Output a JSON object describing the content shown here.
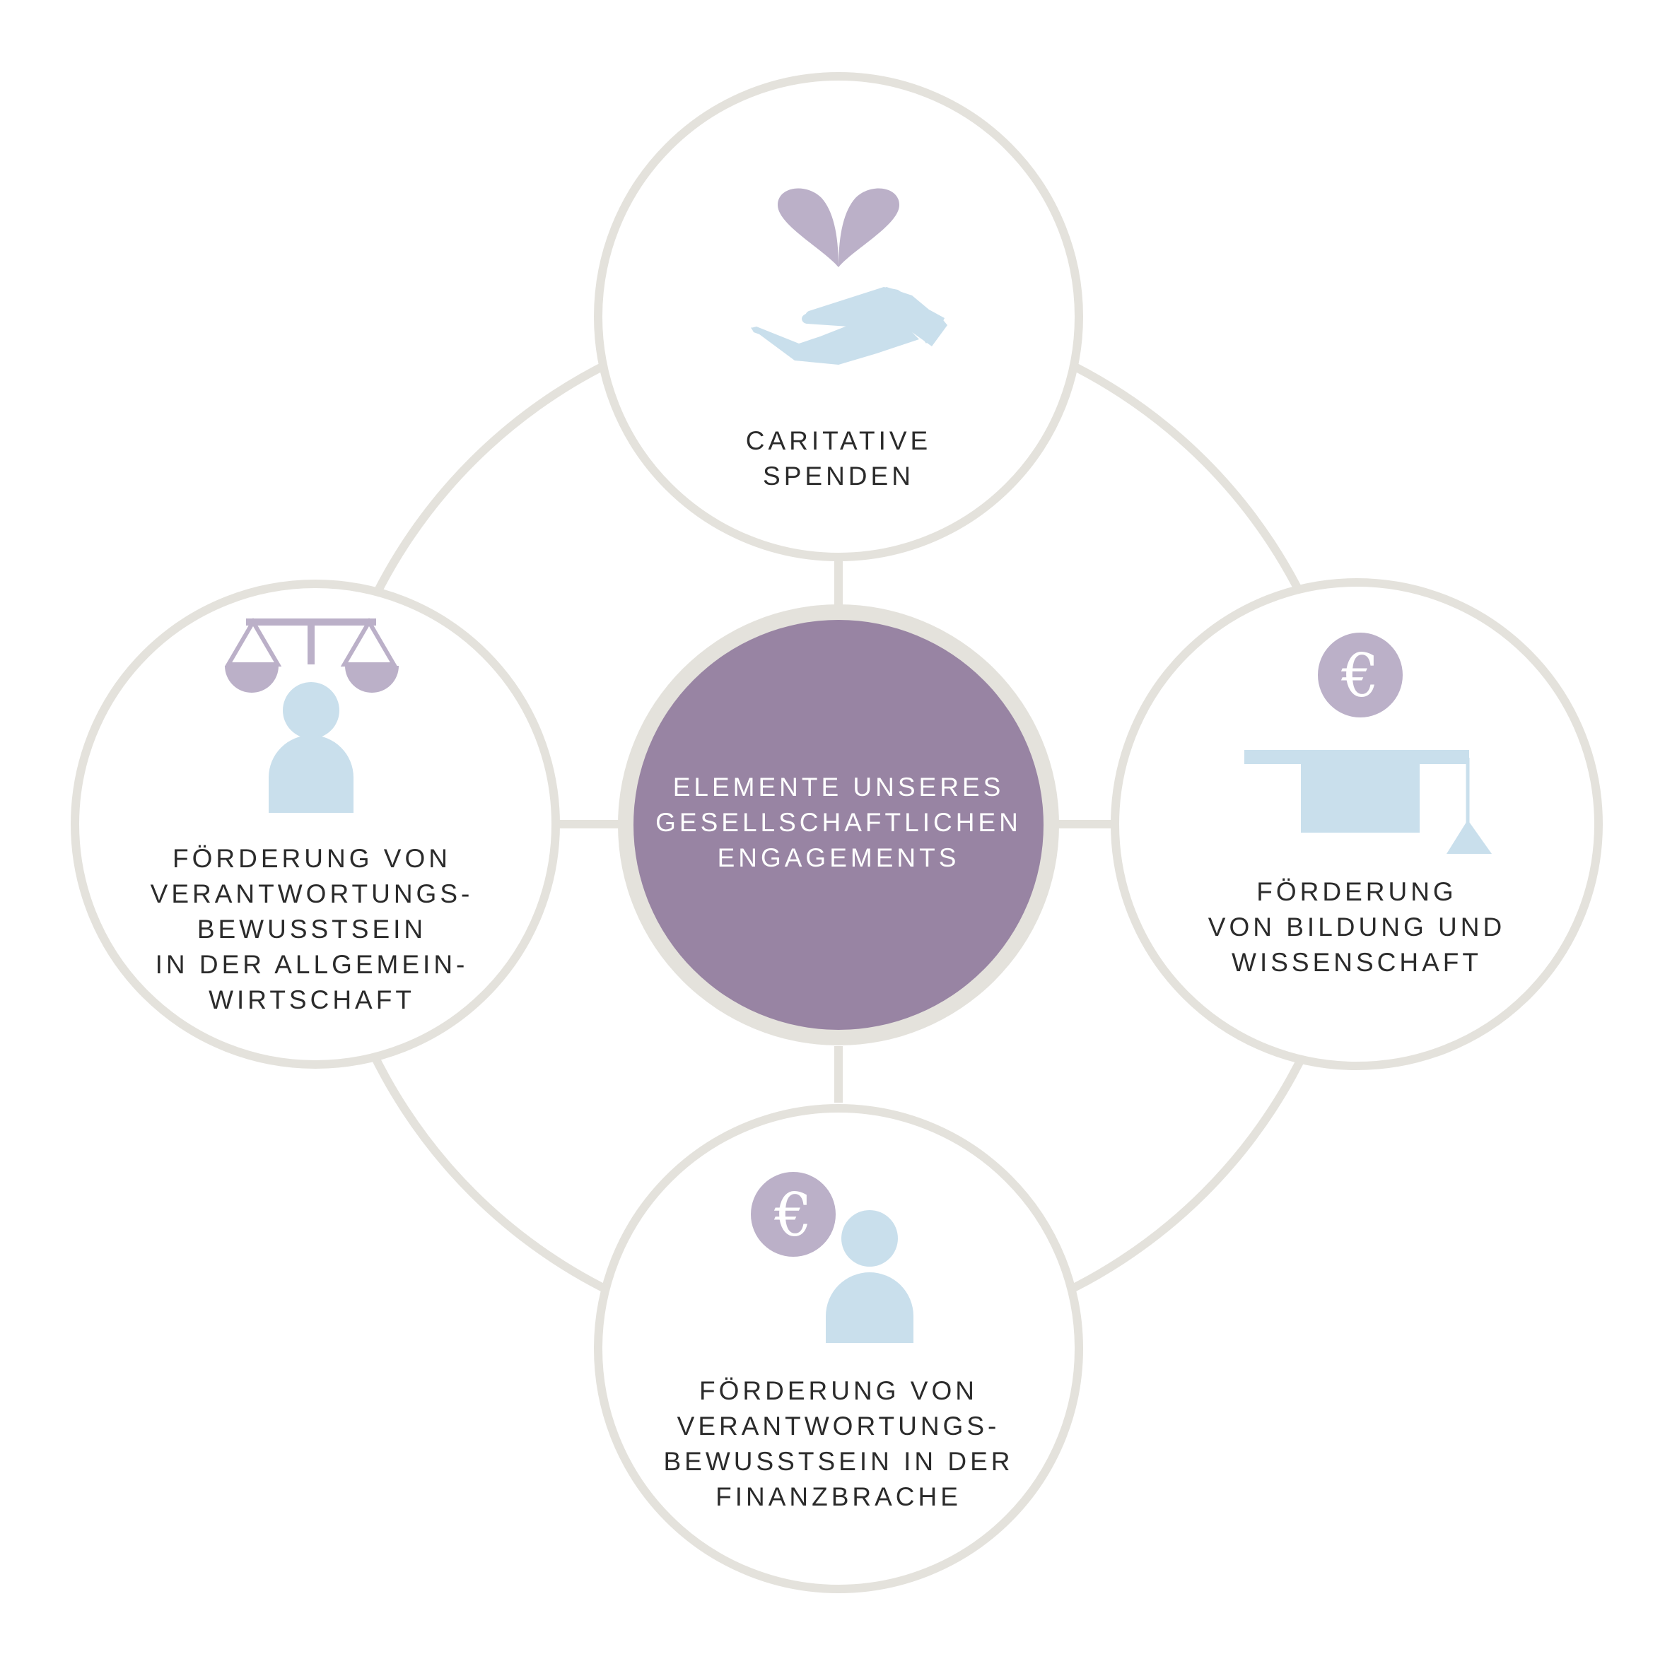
{
  "colors": {
    "ring": "#e4e2dc",
    "center_fill": "#9884a3",
    "purple_icon": "#bbb0c8",
    "blue_icon": "#c9dfec",
    "text": "#2b2b2b",
    "background": "#ffffff"
  },
  "center": {
    "lines": [
      "ELEMENTE UNSERES",
      "GESELLSCHAFTLICHEN",
      "ENGAGEMENTS"
    ]
  },
  "nodes": {
    "top": {
      "icon": "heart-hand-icon",
      "lines": [
        "CARITATIVE",
        "SPENDEN"
      ]
    },
    "right": {
      "icon": "graduation-cap-euro-icon",
      "euro_symbol": "€",
      "lines": [
        "FÖRDERUNG",
        "VON BILDUNG UND",
        "WISSENSCHAFT"
      ]
    },
    "bottom": {
      "icon": "person-euro-icon",
      "euro_symbol": "€",
      "lines": [
        "FÖRDERUNG VON",
        "VERANTWORTUNGS-",
        "BEWUSSTSEIN IN DER",
        "FINANZBRACHE"
      ]
    },
    "left": {
      "icon": "scales-person-icon",
      "lines": [
        "FÖRDERUNG VON",
        "VERANTWORTUNGS-",
        "BEWUSSTSEIN",
        "IN DER ALLGEMEIN-",
        "WIRTSCHAFT"
      ]
    }
  }
}
